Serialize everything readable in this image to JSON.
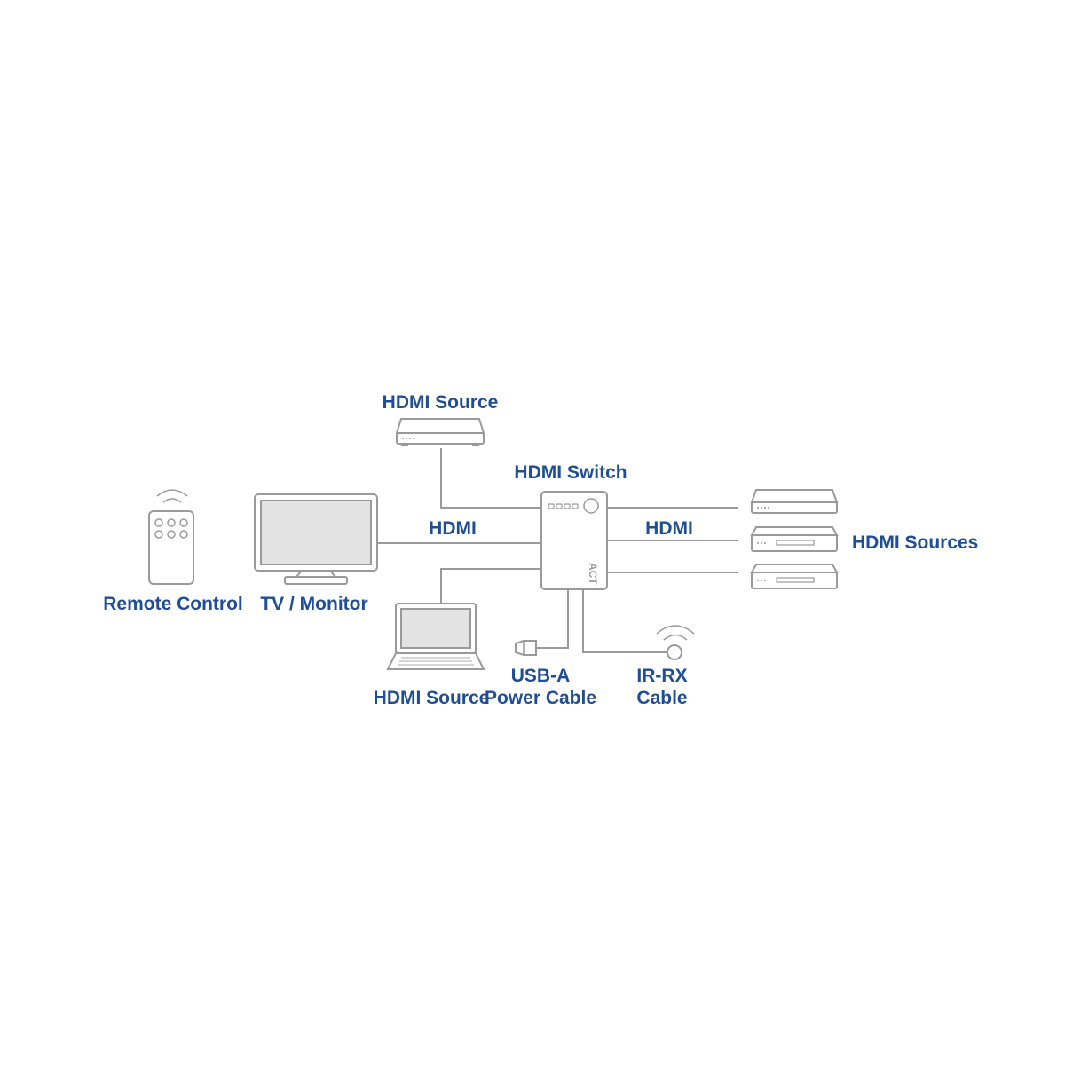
{
  "labels": {
    "hdmi_source_top": "HDMI Source",
    "hdmi_switch": "HDMI Switch",
    "hdmi_left": "HDMI",
    "hdmi_right": "HDMI",
    "hdmi_sources": "HDMI Sources",
    "remote_control": "Remote Control",
    "tv_monitor": "TV / Monitor",
    "hdmi_source_bottom": "HDMI Source",
    "usb_a_line1": "USB-A",
    "usb_a_line2": "Power Cable",
    "ir_rx_line1": "IR-RX",
    "ir_rx_line2": "Cable",
    "switch_logo": "ACT"
  },
  "colors": {
    "label": "#1f4e96",
    "line": "#9a9a9a",
    "device_fill": "#ffffff",
    "screen_fill": "#e3e3e3"
  },
  "icons": {
    "remote": "remote-control-icon",
    "tv": "tv-monitor-icon",
    "laptop": "laptop-icon",
    "set_top_box": "set-top-box-icon",
    "switch": "hdmi-switch-icon",
    "usb": "usb-plug-icon",
    "ir": "ir-receiver-icon",
    "wireless": "wireless-signal-icon"
  }
}
